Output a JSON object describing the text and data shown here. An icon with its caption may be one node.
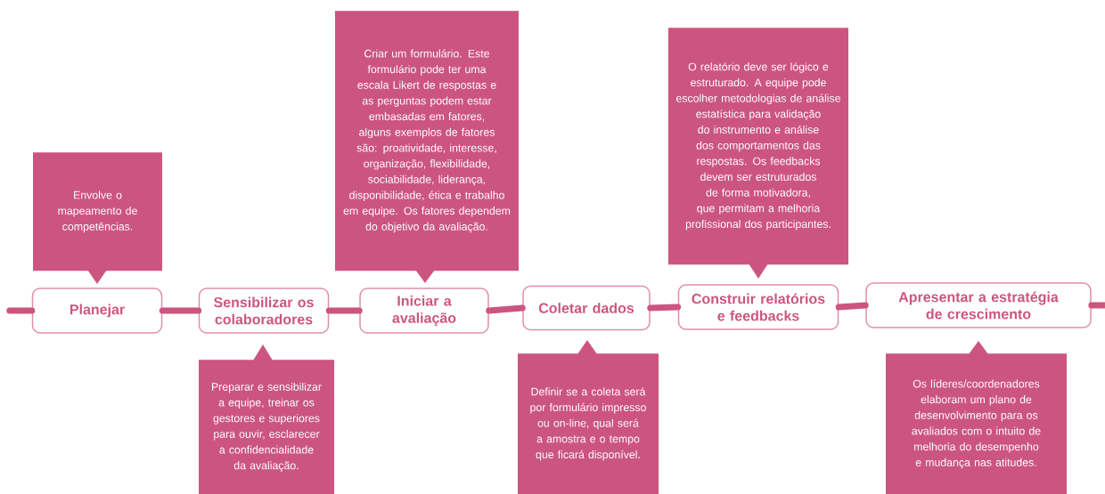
{
  "diagram": {
    "nodes": [
      {
        "text": [
          "Planejar"
        ]
      },
      {
        "text": [
          "Sensibilizar os colaboradores"
        ]
      },
      {
        "text": [
          "Iniciar a avaliação"
        ]
      },
      {
        "text": [
          "Coletar dados"
        ]
      },
      {
        "text": [
          "Construir relatórios e feedbacks"
        ]
      },
      {
        "text": [
          "Apresentar a estratégia de crescimento"
        ]
      },
      {
        "text": [
          "Envolve o mapeamento de competências."
        ]
      },
      {
        "text": [
          "Preparar e sensibilizar a equipe, treinar os gestores e superiores para ouvir, esclarecer a confidencialidade da avaliação."
        ]
      },
      {
        "text": [
          "Criar um formulário. Este formulário pode ter uma escala Likert de respostas e as perguntas podem estar embasadas em fatores, alguns exemplos de fatores são: proatividade, interesse, organização, flexibilidade, sociabilidade, liderança, disponibilidade, ética e trabalho em equipe. Os fatores dependem do objetivo da avaliação."
        ]
      },
      {
        "text": [
          "Definir se a coleta será por formulário impresso ou on-line, qual será a amostra e o tempo que ficará disponível."
        ]
      },
      {
        "text": [
          "O relatório deve ser lógico e estruturado. A equipe pode escolher metodologias de análise estatística para validação do instrumento e análise dos comportamentos das respostas. Os feedbacks devem ser estruturados de forma motivadora, que permitam a melhoria profissional dos participantes."
        ]
      },
      {
        "text": [
          "Os líderes/coordenadores elaboram um plano de desenvolvimento para os avaliados com o intuito de melhoria do desempenho e mudança nas atitudes."
        ]
      }
    ],
    "edges": [
      {
        "from": null,
        "to": 0,
        "arrow": "none"
      },
      {
        "from": 0,
        "to": 1,
        "arrow": "none"
      },
      {
        "from": 1,
        "to": 2,
        "arrow": "none"
      },
      {
        "from": 2,
        "to": 3,
        "arrow": "none"
      },
      {
        "from": 3,
        "to": 4,
        "arrow": "none"
      },
      {
        "from": 4,
        "to": 5,
        "arrow": "none"
      },
      {
        "from": 5,
        "to": null,
        "arrow": "none"
      }
    ]
  }
}
